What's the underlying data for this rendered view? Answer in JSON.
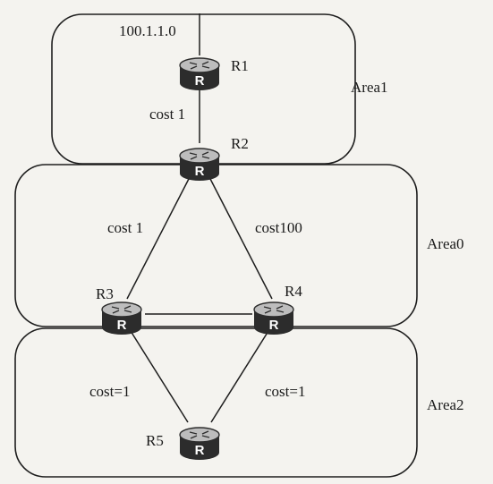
{
  "areas": {
    "area1": "Area1",
    "area0": "Area0",
    "area2": "Area2"
  },
  "routers": {
    "r1": "R1",
    "r2": "R2",
    "r3": "R3",
    "r4": "R4",
    "r5": "R5",
    "glyph": "R"
  },
  "network": "100.1.1.0",
  "links": {
    "r1_r2": "cost 1",
    "r2_r3": "cost 1",
    "r2_r4": "cost100",
    "r3_r5": "cost=1",
    "r4_r5": "cost=1"
  },
  "colors": {
    "router_body": "#2c2c2c",
    "router_top": "#bdbdbd",
    "line": "#1e1e1e"
  }
}
